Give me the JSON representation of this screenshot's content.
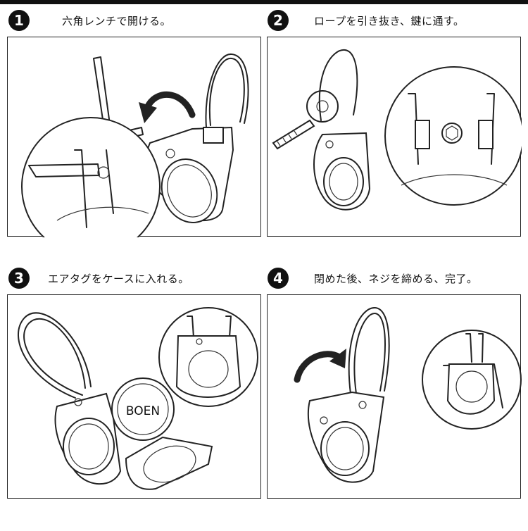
{
  "steps": [
    {
      "number": "1",
      "caption": "六角レンチで開ける。"
    },
    {
      "number": "2",
      "caption": "ロープを引き抜き、鍵に通す。"
    },
    {
      "number": "3",
      "caption": "エアタグをケースに入れる。"
    },
    {
      "number": "4",
      "caption": "閉めた後、ネジを締める、完了。"
    }
  ],
  "brand": "BOEN",
  "icons": [
    "hex-wrench-icon",
    "rotate-arrow-icon",
    "key-icon",
    "screw-icon"
  ]
}
